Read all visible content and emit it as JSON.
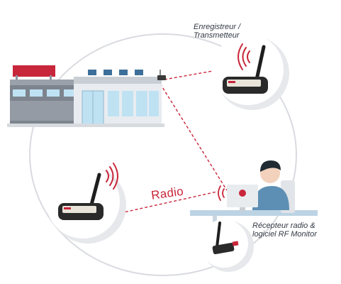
{
  "labels": {
    "recorder_line1": "Enregistreur /",
    "recorder_line2": "Transmetteur",
    "receiver_line1": "Récepteur radio &",
    "receiver_line2": "logiciel RF Monitor",
    "radio": "Radio"
  },
  "colors": {
    "accent_red": "#c8263a",
    "ring": "#d9dbe0",
    "building_gray": "#8d949e",
    "building_blue": "#bfe2f3",
    "desk": "#bcd3e4",
    "device_dark": "#2a2a2a"
  },
  "icons": [
    "building-icon",
    "recorder-device-icon",
    "person-at-computer-icon",
    "usb-receiver-icon",
    "radio-waves-icon"
  ]
}
